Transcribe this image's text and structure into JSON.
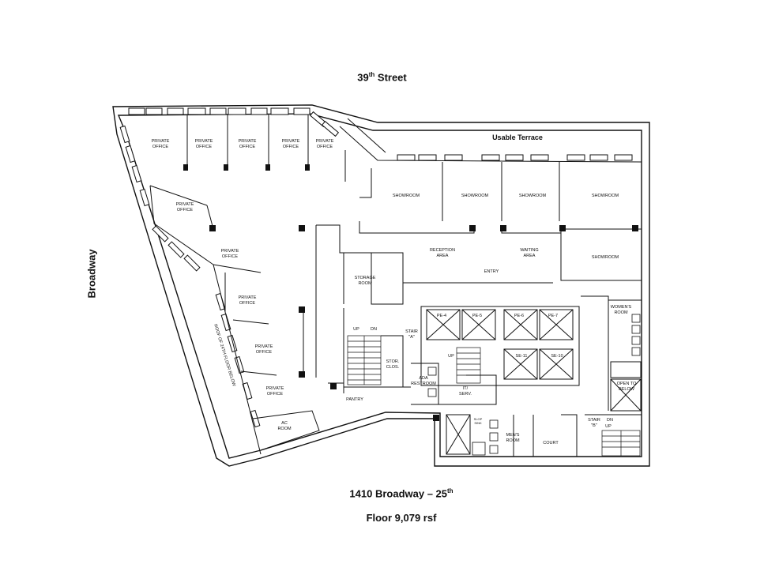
{
  "street_top": "39",
  "street_top_sup": "th",
  "street_top_rest": " Street",
  "street_side": "Broadway",
  "terrace": "Usable Terrace",
  "caption_line1_a": "1410 Broadway – 25",
  "caption_line1_sup": "th",
  "caption_line2": "Floor 9,079 rsf",
  "rooms": {
    "private_office": "PRIVATE\nOFFICE",
    "showroom": "SHOWROOM",
    "reception": "RECEPTION\nAREA",
    "waiting": "WAITING\nAREA",
    "entry": "ENTRY",
    "storage": "STORAGE\nROOM",
    "womens": "WOMEN'S\nROOM",
    "mens": "MEN'S\nROOM",
    "court": "COURT",
    "stair_a": "STAIR\n\"A\"",
    "stair_b": "STAIR\n\"B\"",
    "stor_clos": "STOR.\nCLOS.",
    "ada": "ADA\nRESTROOM",
    "it_serv": "IT/\nSERV.",
    "pantry": "PANTRY",
    "ac_room": "AC\nROOM",
    "open_to_below": "OPEN TO\nBELOW",
    "roof": "ROOF OF 24TH FLOOR BELOW",
    "up": "UP",
    "dn": "DN",
    "slop_sink": "SLOP\nSINK",
    "pe4": "PE-4",
    "pe5": "PE-5",
    "pe6": "PE-6",
    "pe7": "PE-7",
    "se11": "SE-11",
    "se10": "SE-10"
  }
}
